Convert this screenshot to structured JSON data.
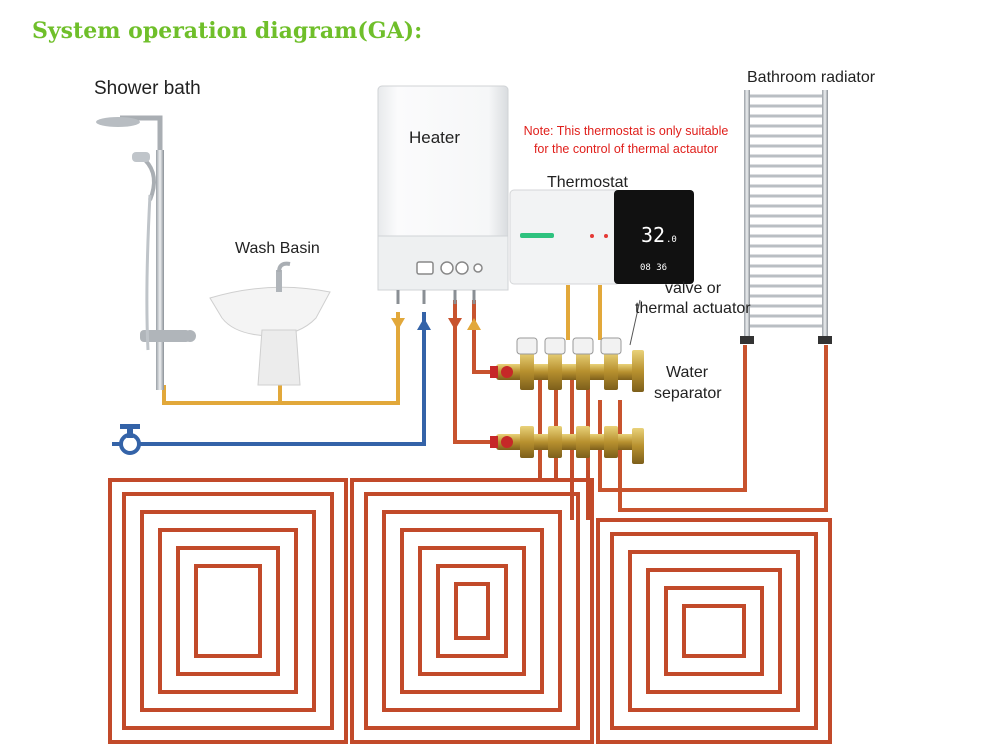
{
  "title": "System operation diagram(GA):",
  "labels": {
    "shower": "Shower bath",
    "heater": "Heater",
    "wash_basin": "Wash Basin",
    "thermostat": "Thermostat",
    "radiator": "Bathroom radiator",
    "actuator_line1": "valve or",
    "actuator_line2": "thermal actuator",
    "separator_line1": "Water",
    "separator_line2": "separator"
  },
  "note": {
    "line1": "Note: This thermostat is only suitable",
    "line2": "for the control of thermal actautor"
  },
  "thermostat_display": {
    "temperature": "32",
    "temp_decimal": ".0",
    "clock": "08 36"
  },
  "colors": {
    "title": "#6fbf2a",
    "note": "#e0201c",
    "floor_pipe": "#c24a2a",
    "hot_pipe": "#c8532e",
    "cold_pipe": "#3463a8",
    "supply_pipe": "#e2a83a",
    "brass": "#c9a545"
  }
}
